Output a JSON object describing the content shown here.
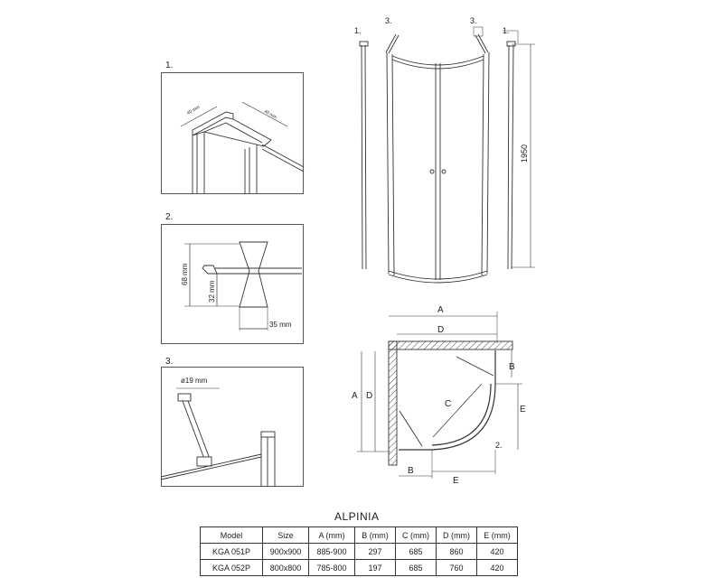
{
  "detail_labels": {
    "d1": "1.",
    "d2": "2.",
    "d3": "3."
  },
  "detail1": {
    "dim_a": "40 mm",
    "dim_b": "40 mm"
  },
  "detail2": {
    "height_total": "68 mm",
    "height_lower": "32 mm",
    "width": "35 mm"
  },
  "detail3": {
    "diameter": "ø19 mm"
  },
  "elevation": {
    "callout_left_1": "1.",
    "callout_left_3": "3.",
    "callout_right_3": "3.",
    "callout_right_1": "1.",
    "height": "1950"
  },
  "plan": {
    "label_A_top": "A",
    "label_D_top": "D",
    "label_A_left": "A",
    "label_D_left": "D",
    "label_B_right": "B",
    "label_E_right": "E",
    "label_C": "C",
    "label_2": "2.",
    "label_B_bottom": "B",
    "label_E_bottom": "E"
  },
  "spec": {
    "title": "ALPINIA",
    "headers": [
      "Model",
      "Size",
      "A (mm)",
      "B (mm)",
      "C (mm)",
      "D (mm)",
      "E (mm)"
    ],
    "rows": [
      [
        "KGA 051P",
        "900x900",
        "885-900",
        "297",
        "685",
        "860",
        "420"
      ],
      [
        "KGA 052P",
        "800x800",
        "785-800",
        "197",
        "685",
        "760",
        "420"
      ]
    ]
  }
}
